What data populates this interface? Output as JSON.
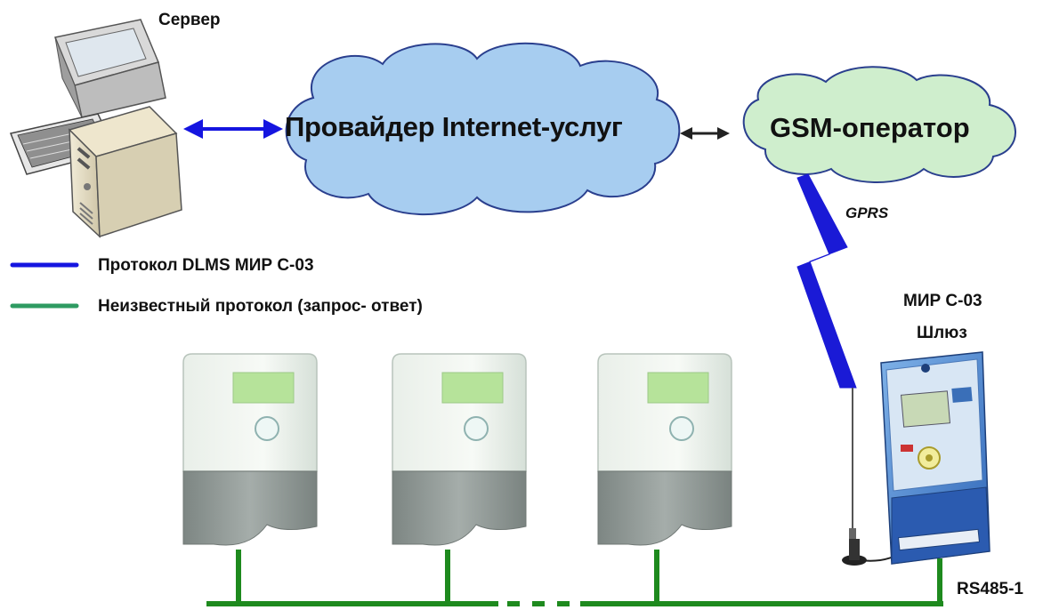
{
  "server": {
    "label": "Сервер"
  },
  "clouds": {
    "isp": {
      "label": "Провайдер Internet-услуг",
      "fill": "#a7cdf0",
      "stroke": "#2a3f8e"
    },
    "gsm": {
      "label": "GSM-оператор",
      "fill": "#cfeecd",
      "stroke": "#2a3f8e"
    }
  },
  "link": {
    "gprs_label": "GPRS"
  },
  "gateway": {
    "line1": "МИР С-03",
    "line2": "Шлюз"
  },
  "bus": {
    "label": "RS485-1",
    "color": "#1e8a1e"
  },
  "legend": [
    {
      "text": "Протокол DLMS МИР С-03",
      "color": "#1515e0"
    },
    {
      "text": "Неизвестный протокол (запрос- ответ)",
      "color": "#2e9b62"
    }
  ],
  "colors": {
    "dlms_arrow": "#1515e0",
    "gprs_bolt": "#1a1ad6",
    "meter_case": "#c9d7cf",
    "meter_base": "#8e9693",
    "meter_display": "#b6e39a"
  },
  "icons": [
    "server-computer-icon",
    "meter-icon",
    "gateway-meter-icon",
    "antenna-icon"
  ]
}
